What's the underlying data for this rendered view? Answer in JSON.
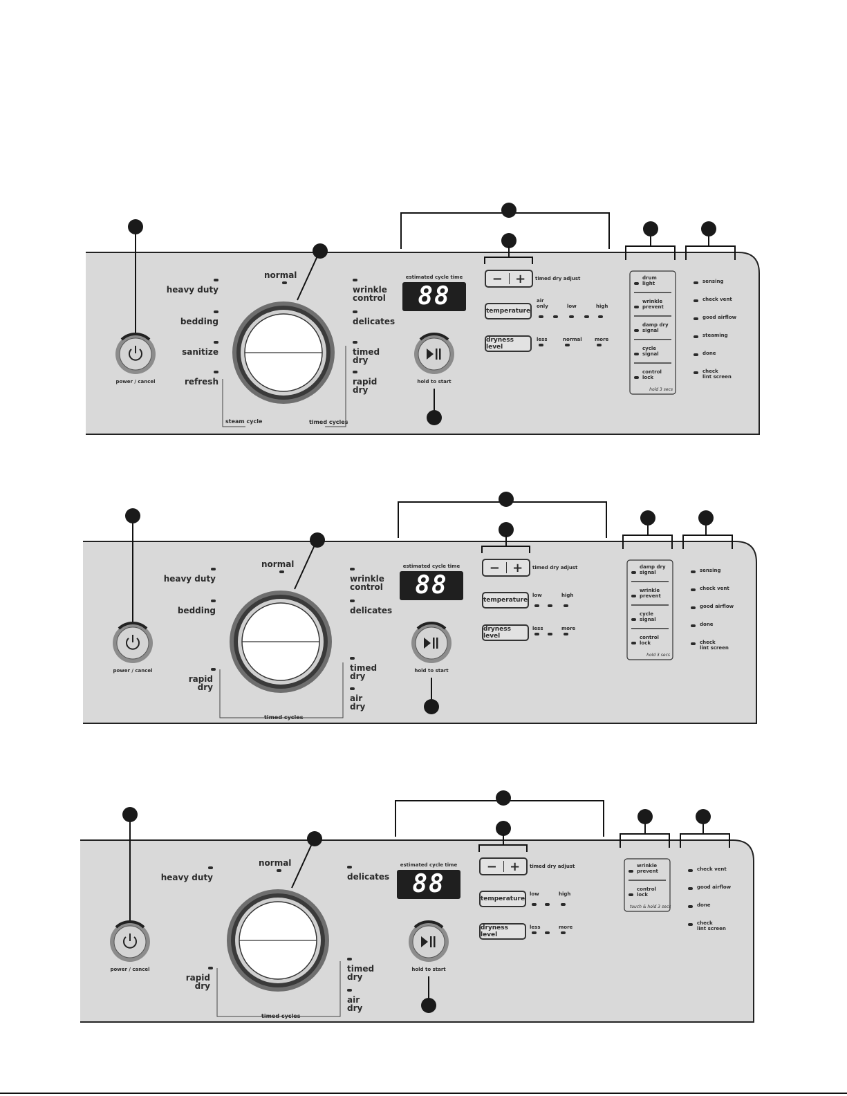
{
  "panels": [
    {
      "id": "panel-1",
      "cycles_left": [
        "heavy duty",
        "bedding",
        "sanitize",
        "refresh"
      ],
      "cycle_top": "normal",
      "cycles_right": [
        "wrinkle\ncontrol",
        "delicates",
        "timed\ndry",
        "rapid\ndry"
      ],
      "group_left": "steam cycle",
      "group_right": "timed cycles",
      "display_label": "estimated cycle time",
      "display_value": "88",
      "adjust_label": "timed dry adjust",
      "temperature_label": "temperature",
      "temperature_levels": [
        "air\nonly",
        "low",
        "high"
      ],
      "dryness_label": "dryness level",
      "dryness_levels": [
        "less",
        "normal",
        "more"
      ],
      "power_label": "power / cancel",
      "start_label": "hold to start",
      "options": [
        "drum\nlight",
        "wrinkle\nprevent",
        "damp dry\nsignal",
        "cycle\nsignal",
        "control\nlock"
      ],
      "options_note": "hold 3 secs",
      "status": [
        "sensing",
        "check vent",
        "good airflow",
        "steaming",
        "done",
        "check\nlint screen"
      ]
    },
    {
      "id": "panel-2",
      "cycles_left": [
        "heavy duty",
        "bedding"
      ],
      "cycles_left_low": [
        "rapid\ndry"
      ],
      "cycle_top": "normal",
      "cycles_right": [
        "wrinkle\ncontrol",
        "delicates",
        "timed\ndry",
        "air\ndry"
      ],
      "group_right": "timed cycles",
      "display_label": "estimated cycle time",
      "display_value": "88",
      "adjust_label": "timed dry adjust",
      "temperature_label": "temperature",
      "temperature_levels": [
        "low",
        "high"
      ],
      "dryness_label": "dryness level",
      "dryness_levels": [
        "less",
        "more"
      ],
      "power_label": "power / cancel",
      "start_label": "hold to start",
      "options": [
        "damp dry\nsignal",
        "wrinkle\nprevent",
        "cycle\nsignal",
        "control\nlock"
      ],
      "options_note": "hold 3 secs",
      "status": [
        "sensing",
        "check vent",
        "good airflow",
        "done",
        "check\nlint screen"
      ]
    },
    {
      "id": "panel-3",
      "cycles_left": [
        "heavy duty"
      ],
      "cycles_left_low": [
        "rapid\ndry"
      ],
      "cycle_top": "normal",
      "cycles_right": [
        "delicates",
        "timed\ndry",
        "air\ndry"
      ],
      "group_right": "timed cycles",
      "display_label": "estimated cycle time",
      "display_value": "88",
      "adjust_label": "timed dry adjust",
      "temperature_label": "temperature",
      "temperature_levels": [
        "low",
        "high"
      ],
      "dryness_label": "dryness level",
      "dryness_levels": [
        "less",
        "more"
      ],
      "power_label": "power / cancel",
      "start_label": "hold to start",
      "options": [
        "wrinkle\nprevent",
        "control\nlock"
      ],
      "options_note": "touch & hold 3 secs",
      "status": [
        "check vent",
        "good airflow",
        "done",
        "check\nlint screen"
      ]
    }
  ],
  "colors": {
    "panel_fill": "#d9d9d9",
    "ink": "#2b2b2b",
    "display_fill": "#1f1f1f",
    "dial_outer": "#8c8c8c",
    "knob_fill": "#ffffff"
  },
  "icons": [
    "power-icon",
    "play-pause-icon",
    "minus-icon",
    "plus-icon"
  ]
}
